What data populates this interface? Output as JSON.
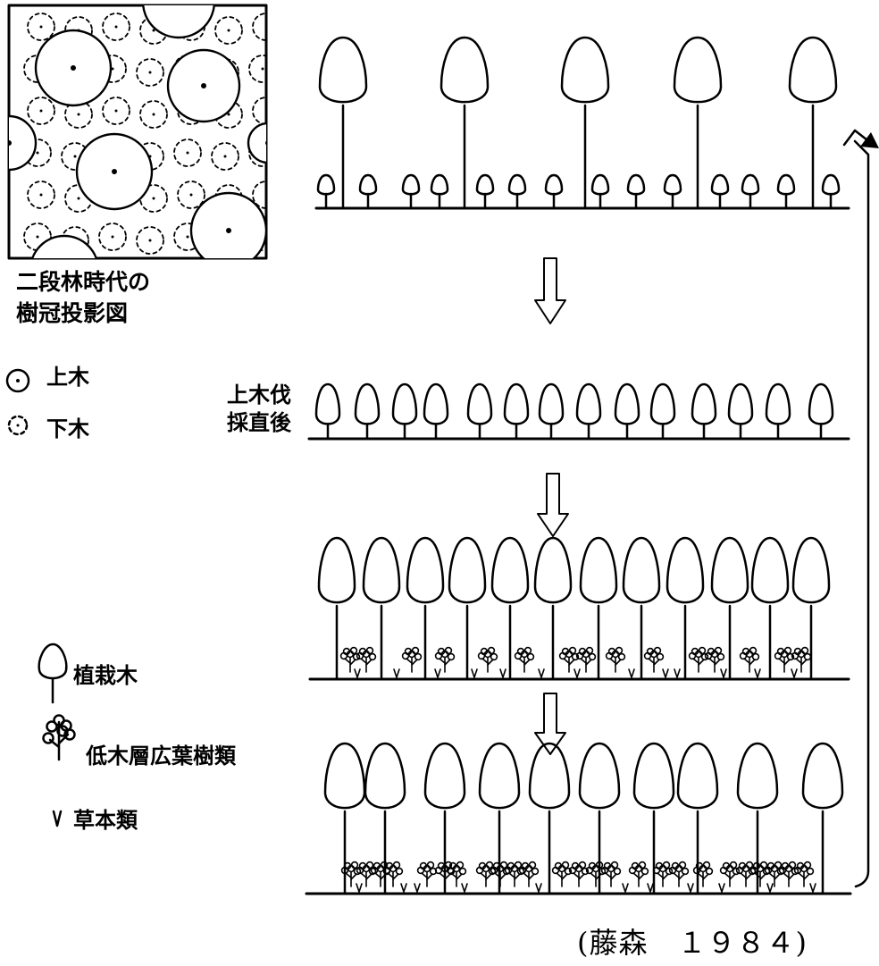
{
  "crown_panel": {
    "caption_line1": "二段林時代の",
    "caption_line2": "樹冠投影図"
  },
  "legend": {
    "upper_tree": "上木",
    "under_tree": "下木",
    "planted_tree": "植栽木",
    "shrub": "低木層広葉樹類",
    "herb": "草本類"
  },
  "stages": [
    {
      "label_line1": "",
      "label_line2": ""
    },
    {
      "label_line1": "上木伐",
      "label_line2": "採直後"
    },
    {
      "label_line1": "",
      "label_line2": ""
    },
    {
      "label_line1": "",
      "label_line2": ""
    }
  ],
  "citation": "(藤森　１９８４)"
}
